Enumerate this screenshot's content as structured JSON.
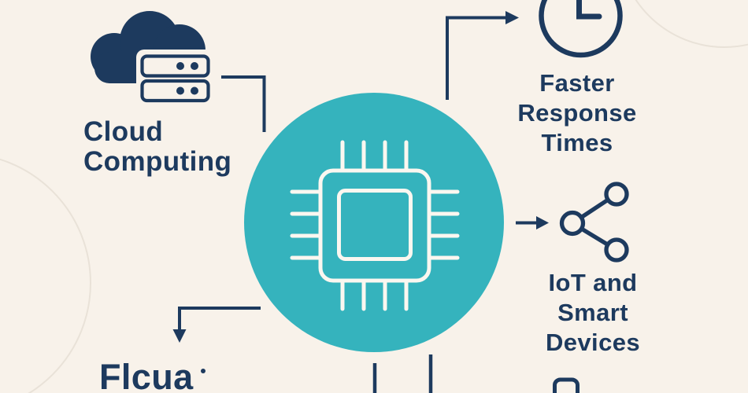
{
  "diagram": {
    "kind": "infographic-hub",
    "palette": {
      "background": "#f8f2ea",
      "navy": "#1d3a5e",
      "teal": "#35b3bd",
      "chip_stroke": "#fbf7f0",
      "faint_circle": "#e9e2d8"
    },
    "center": {
      "icon": "cpu-chip-icon",
      "shape": "teal-circle"
    },
    "nodes": {
      "cloud_computing": {
        "icon": "cloud-server-icon",
        "label_lines": [
          "Cloud",
          "Computing"
        ]
      },
      "faster_response_times": {
        "icon": "clock-icon",
        "label_lines": [
          "Faster",
          "Response",
          "Times"
        ]
      },
      "iot_smart_devices": {
        "icon": "share-network-icon",
        "label_lines": [
          "IoT and",
          "Smart",
          "Devices"
        ]
      },
      "bottom_left_partial": {
        "partial_text": "Flcua"
      },
      "bottom_right_partial": {
        "icon": "device-outline-icon"
      }
    },
    "connectors": [
      "cloud-to-center-elbow",
      "center-to-clock-arrow",
      "center-to-iot-arrow",
      "center-to-bottomleft-arrow",
      "center-bottom-line-1",
      "center-bottom-line-2"
    ]
  }
}
